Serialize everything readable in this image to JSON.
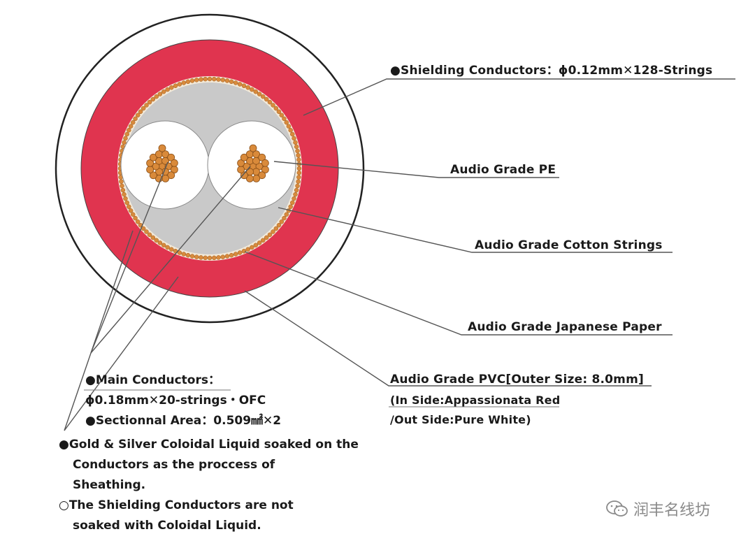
{
  "labels": {
    "shielding": "●Shielding Conductors：ϕ0.12mm✕128-Strings",
    "pe": "Audio Grade PE",
    "cotton": "Audio Grade Cotton Strings",
    "paper": "Audio Grade Japanese Paper",
    "pvc_line1": "Audio Grade PVC[Outer Size: 8.0mm]",
    "pvc_line2": "(In Side:Appassionata Red",
    "pvc_line3": "/Out Side:Pure White)"
  },
  "main_block": {
    "line1": "●Main Conductors：",
    "line2": "ϕ0.18mm✕20-strings・OFC",
    "line3": "●Sectionnal Area：0.509㎟✕2"
  },
  "notes": {
    "line1": "●Gold & Silver Coloidal Liquid soaked on the",
    "line2": "Conductors as the proccess of",
    "line3": "Sheathing.",
    "line4": "○The Shielding Conductors are not",
    "line5": "soaked with Coloidal Liquid."
  },
  "watermark": {
    "text": "润丰名线坊",
    "icon": "wechat-icon"
  },
  "colors": {
    "outer_white": "#ffffff",
    "red_layer": "#e0344f",
    "gray_fill": "#c9c9c9",
    "shield_dots": "#d88a3c",
    "copper": "#d98a3a",
    "outline": "#222222",
    "leader": "#555555"
  }
}
